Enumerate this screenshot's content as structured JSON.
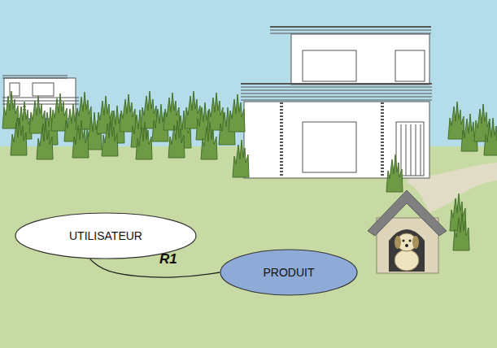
{
  "diagram": {
    "nodes": [
      {
        "text": [
          "UTILISATEUR"
        ]
      },
      {
        "text": [
          "PRODUIT"
        ]
      }
    ],
    "edges": [
      {
        "from": 0,
        "to": 1,
        "label": "R1",
        "arrow": "none"
      }
    ]
  }
}
